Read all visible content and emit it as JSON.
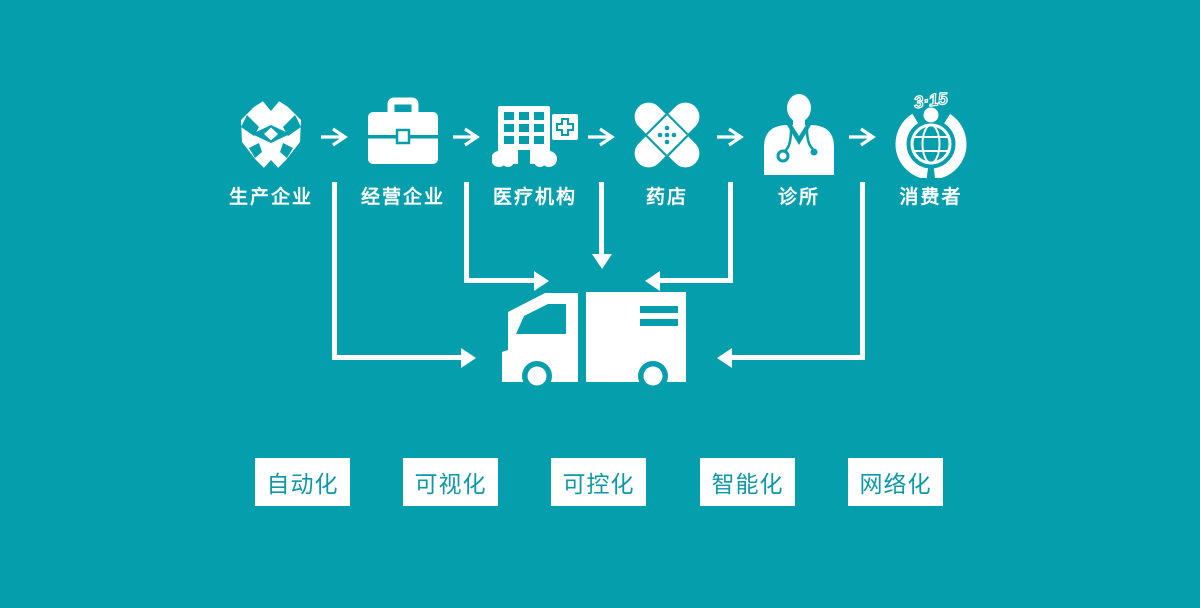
{
  "colors": {
    "background": "#049eac",
    "icon_white": "#ffffff",
    "feature_text": "#0e97a6"
  },
  "flow_nodes": [
    {
      "label": "生产企业",
      "icon": "factory-emblem-icon"
    },
    {
      "label": "经营企业",
      "icon": "briefcase-icon"
    },
    {
      "label": "医疗机构",
      "icon": "hospital-icon"
    },
    {
      "label": "药店",
      "icon": "crossed-bandages-icon"
    },
    {
      "label": "诊所",
      "icon": "doctor-icon"
    },
    {
      "label": "消费者",
      "icon": "consumer-315-globe-icon",
      "icon_text": "3·15"
    }
  ],
  "hub": {
    "icon": "delivery-truck-icon"
  },
  "features": [
    "自动化",
    "可视化",
    "可控化",
    "智能化",
    "网络化"
  ]
}
